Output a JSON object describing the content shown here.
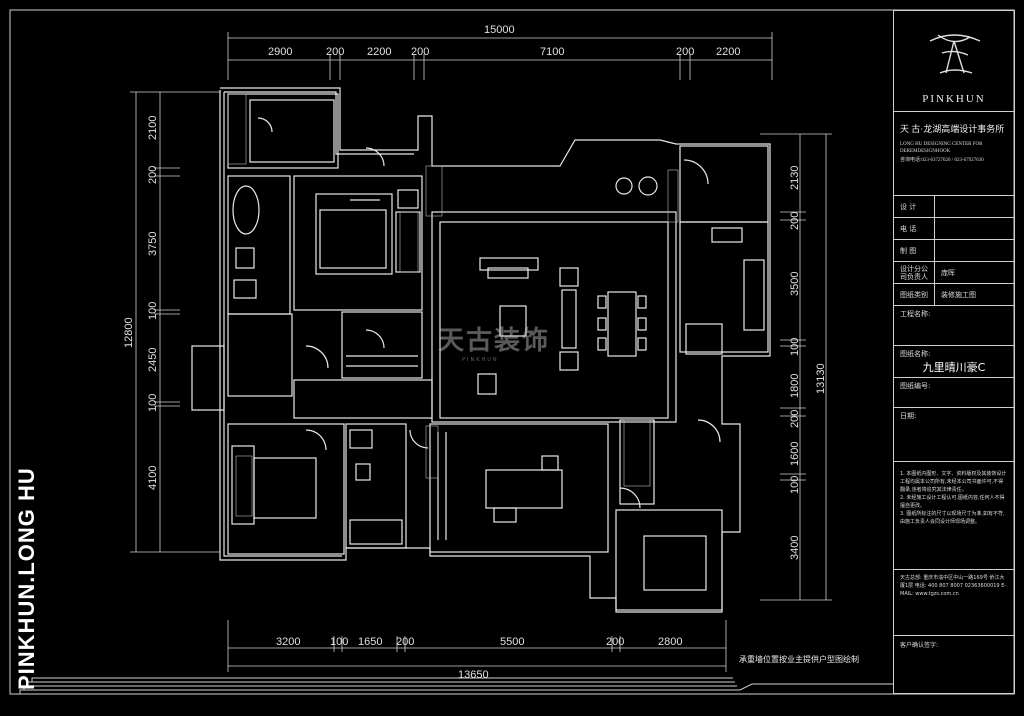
{
  "dimensions": {
    "top_total": "15000",
    "top_segments": [
      "2900",
      "200",
      "2200",
      "200",
      "7100",
      "200",
      "2200"
    ],
    "bottom_total": "13650",
    "bottom_segments": [
      "3200",
      "100",
      "1650",
      "200",
      "5500",
      "200",
      "2800"
    ],
    "left_total": "12800",
    "left_segments": [
      "2100",
      "200",
      "3750",
      "100",
      "2450",
      "100",
      "4100"
    ],
    "right_total": "13130",
    "right_segments": [
      "2130",
      "200",
      "3500",
      "100",
      "1800",
      "200",
      "1600",
      "100",
      "3400"
    ]
  },
  "brand_vertical": "PINKHUN.LONG HU",
  "watermark": {
    "text": "天古装饰",
    "sub": "PINKHUN"
  },
  "title_block": {
    "logo_name": "PINKHUN",
    "firm_cn": "天 古·龙湖高端设计事务所",
    "firm_en": "LONG HU DESIGNING CENTER FOR DEREMDESIGNHOOK",
    "tel": "咨询电话:023-63727620 / 023-67927630",
    "rows": [
      {
        "label": "设  计",
        "value": ""
      },
      {
        "label": "电  话",
        "value": ""
      },
      {
        "label": "制  图",
        "value": ""
      },
      {
        "label": "设计分公司负责人",
        "value": "庞晖"
      },
      {
        "label": "图纸类别",
        "value": "装修施工图"
      }
    ],
    "project_label": "工程名称:",
    "drawing_label": "图纸名称:",
    "project_name": "九里晴川豪C",
    "drawing_no_label": "图纸编号:",
    "date_label": "日期:",
    "notes": [
      "1. 本图纸内图形、文字、资料版权及其装饰设计工程均属本公司所有,未经本公司书面许可,不得翻录,违者将追究其法律责任。",
      "2. 未经施工设计工程认可,图纸内容,任何人不得擅自更改。",
      "3. 图纸所标注的尺寸以现场尺寸为准,如有不符,由施工负责人会同设计师现场调整。"
    ],
    "address": "天古总部: 重庆市渝中区中山一路169号 侨江大厦1层 电话: 400 807 8007 02363600019 E-MAIL: www.tgzs.com.cn",
    "client_label": "客户确认签字:"
  },
  "footer_note": "承重墙位置按业主提供户型图绘制"
}
